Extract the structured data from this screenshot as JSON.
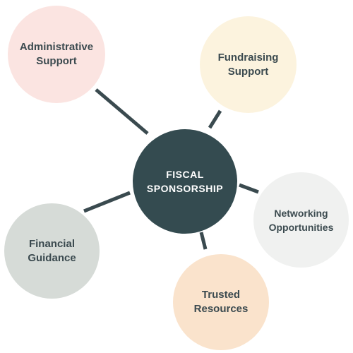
{
  "diagram": {
    "hub": {
      "label_line1": "FISCAL",
      "label_line2": "SPONSORSHIP",
      "color": "#344b50"
    },
    "nodes": {
      "administrative_support": {
        "line1": "Administrative",
        "line2": "Support",
        "color": "#fbe4e1"
      },
      "fundraising_support": {
        "line1": "Fundraising",
        "line2": "Support",
        "color": "#fcf3de"
      },
      "networking_opportunities": {
        "line1": "Networking",
        "line2": "Opportunities",
        "color": "#f0f1f0"
      },
      "trusted_resources": {
        "line1": "Trusted",
        "line2": "Resources",
        "color": "#fae3cc"
      },
      "financial_guidance": {
        "line1": "Financial",
        "line2": "Guidance",
        "color": "#d6dbd7"
      }
    },
    "connector_color": "#3a4a4f"
  }
}
